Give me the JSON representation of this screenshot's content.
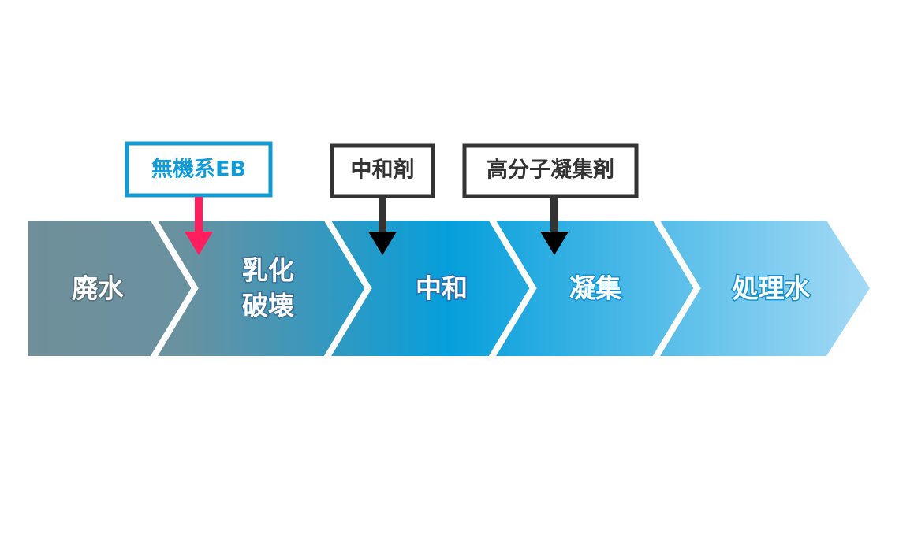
{
  "process_steps": [
    {
      "label": "廃水"
    },
    {
      "label_line1": "乳化",
      "label_line2": "破壊"
    },
    {
      "label": "中和"
    },
    {
      "label": "凝集"
    },
    {
      "label": "処理水"
    }
  ],
  "additives": [
    {
      "label": "無機系EB",
      "color": "#109ad6",
      "arrow_color": "#ff1f5e"
    },
    {
      "label": "中和剤",
      "color": "#333333",
      "arrow_color": "#111111"
    },
    {
      "label": "高分子凝集剤",
      "color": "#333333",
      "arrow_color": "#111111"
    }
  ],
  "colors": {
    "gradient_start": "#6f8f9a",
    "gradient_mid": "#069fdb",
    "gradient_end": "#a4daf5"
  }
}
